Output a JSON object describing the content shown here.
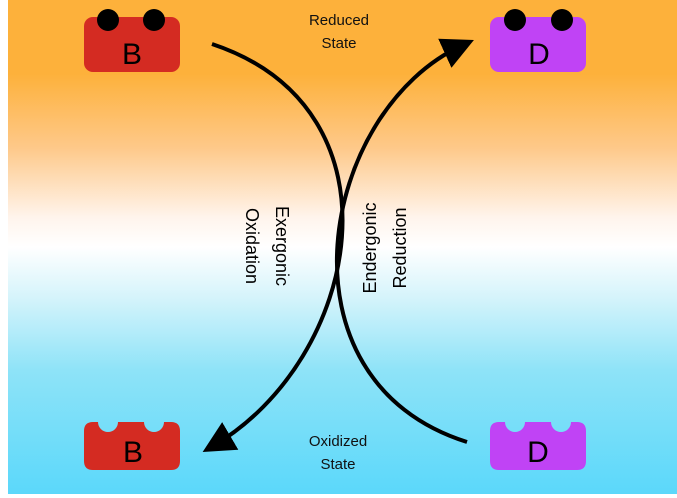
{
  "labels": {
    "reduced": [
      "Reduced",
      "State"
    ],
    "oxidized": [
      "Oxidized",
      "State"
    ],
    "exergonic": [
      "Exergonic",
      "Oxidation"
    ],
    "endergonic": [
      "Endergonic",
      "Reduction"
    ]
  },
  "carriers": {
    "b_reduced": {
      "letter": "B",
      "color": "#d42b22",
      "state": "reduced",
      "electrons": 2
    },
    "d_reduced": {
      "letter": "D",
      "color": "#c043f5",
      "state": "reduced",
      "electrons": 2
    },
    "b_oxidized": {
      "letter": "B",
      "color": "#d42b22",
      "state": "oxidized",
      "electrons": 0
    },
    "d_oxidized": {
      "letter": "D",
      "color": "#c043f5",
      "state": "oxidized",
      "electrons": 0
    }
  },
  "colors": {
    "top_band": "#fdb13b",
    "middle": "#ffffff",
    "bottom_band": "#5bd8fa",
    "arrow": "#000000",
    "electron": "#000000"
  }
}
